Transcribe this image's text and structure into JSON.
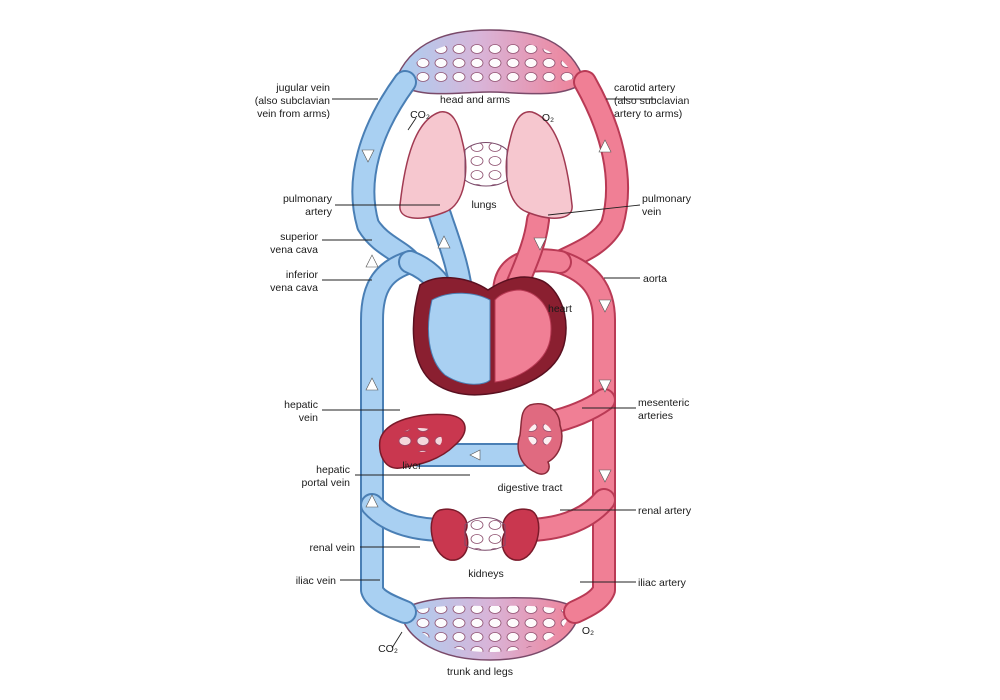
{
  "labels": {
    "head_and_arms": "head and arms",
    "jugular_vein": [
      "jugular vein",
      "(also subclavian",
      "vein from arms)"
    ],
    "carotid_artery": [
      "carotid artery",
      "(also subclavian",
      "artery to arms)"
    ],
    "co2_top": "CO₂",
    "o2_top": "O₂",
    "lungs": "lungs",
    "pulmonary_artery": [
      "pulmonary",
      "artery"
    ],
    "pulmonary_vein": [
      "pulmonary",
      "vein"
    ],
    "superior_vena_cava": [
      "superior",
      "vena cava"
    ],
    "inferior_vena_cava": [
      "inferior",
      "vena cava"
    ],
    "aorta": "aorta",
    "heart": "heart",
    "hepatic_vein": [
      "hepatic",
      "vein"
    ],
    "mesenteric_arteries": [
      "mesenteric",
      "arteries"
    ],
    "liver": "liver",
    "hepatic_portal_vein": [
      "hepatic",
      "portal vein"
    ],
    "digestive_tract": "digestive tract",
    "renal_artery": "renal artery",
    "renal_vein": "renal vein",
    "kidneys": "kidneys",
    "iliac_vein": "iliac vein",
    "iliac_artery": "iliac artery",
    "co2_bottom": "CO₂",
    "o2_bottom": "O₂",
    "trunk_and_legs": "trunk and legs"
  },
  "colors": {
    "deoxygenated": "#a9d0f2",
    "deoxygenated_outline": "#4a7fb5",
    "oxygenated": "#f07f95",
    "oxygenated_outline": "#b93a55",
    "organ": "#c9374f",
    "lung": "#f6c7cf"
  }
}
